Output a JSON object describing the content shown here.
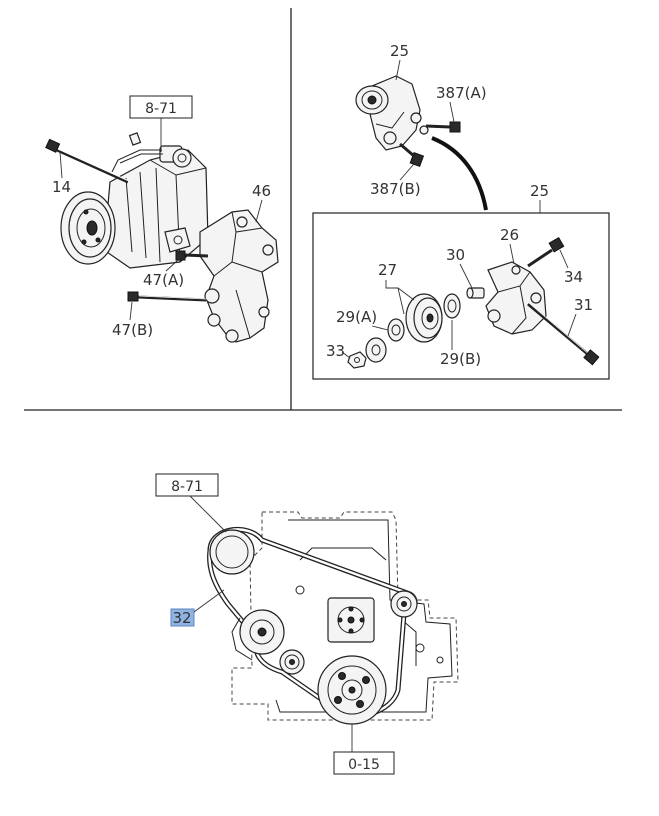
{
  "callouts": {
    "c14": "14",
    "c8_71_top": "8-71",
    "c46": "46",
    "c47a": "47(A)",
    "c47b": "47(B)",
    "c25_top": "25",
    "c387a": "387(A)",
    "c387b": "387(B)",
    "c25_box": "25",
    "c26": "26",
    "c27": "27",
    "c30": "30",
    "c34": "34",
    "c29a": "29(A)",
    "c31": "31",
    "c33": "33",
    "c29b": "29(B)",
    "c8_71_bottom": "8-71",
    "c32": "32",
    "c0_15": "0-15"
  },
  "colors": {
    "line": "#222222",
    "highlight": "#8fb3e3"
  }
}
